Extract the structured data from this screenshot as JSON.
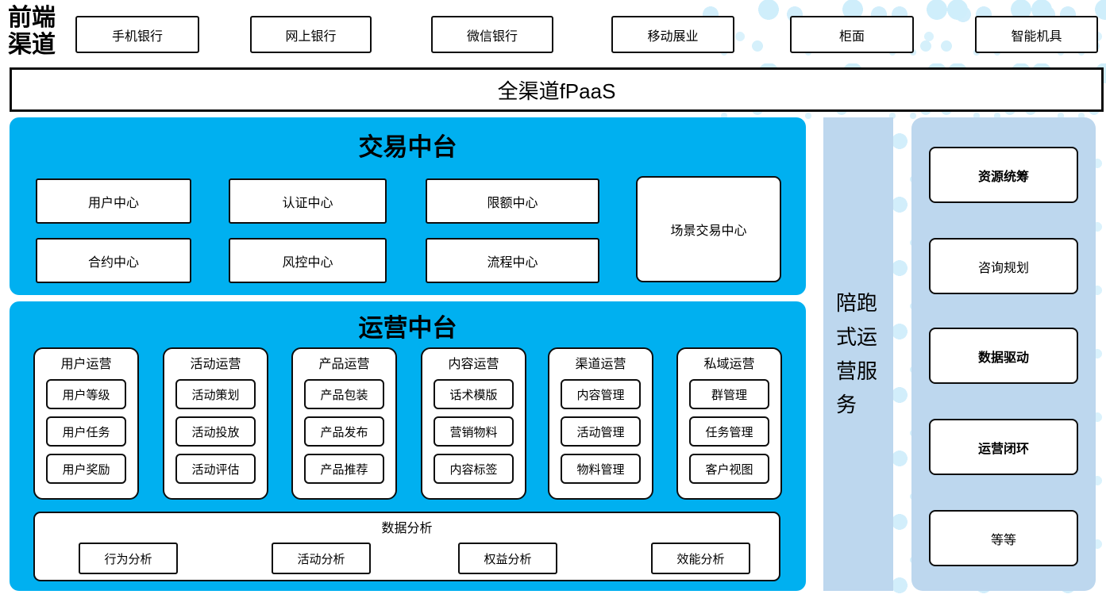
{
  "front_label": "前端渠道",
  "channels": [
    "手机银行",
    "网上银行",
    "微信银行",
    "移动展业",
    "柜面",
    "智能机具"
  ],
  "fpaas": {
    "label": "全渠道fPaaS"
  },
  "trade": {
    "title": "交易中台",
    "row1": [
      "用户中心",
      "认证中心",
      "限额中心"
    ],
    "row2": [
      "合约中心",
      "风控中心",
      "流程中心"
    ],
    "scene_center": "场景交易中心"
  },
  "operation": {
    "title": "运营中台",
    "columns": [
      {
        "title": "用户运营",
        "items": [
          "用户等级",
          "用户任务",
          "用户奖励"
        ]
      },
      {
        "title": "活动运营",
        "items": [
          "活动策划",
          "活动投放",
          "活动评估"
        ]
      },
      {
        "title": "产品运营",
        "items": [
          "产品包装",
          "产品发布",
          "产品推荐"
        ]
      },
      {
        "title": "内容运营",
        "items": [
          "话术模版",
          "营销物料",
          "内容标签"
        ]
      },
      {
        "title": "渠道运营",
        "items": [
          "内容管理",
          "活动管理",
          "物料管理"
        ]
      },
      {
        "title": "私域运营",
        "items": [
          "群管理",
          "任务管理",
          "客户视图"
        ]
      }
    ],
    "data_analysis": {
      "title": "数据分析",
      "items": [
        "行为分析",
        "活动分析",
        "权益分析",
        "效能分析"
      ]
    }
  },
  "side_bar": {
    "label": "陪跑式运营服务"
  },
  "side_panel": {
    "items": [
      "资源统筹",
      "咨询规划",
      "数据驱动",
      "运营闭环",
      "等等"
    ]
  },
  "colors": {
    "accent_blue": "#00b0f0",
    "light_blue": "#bdd7ee",
    "dot_blue": "#d2eefb"
  }
}
